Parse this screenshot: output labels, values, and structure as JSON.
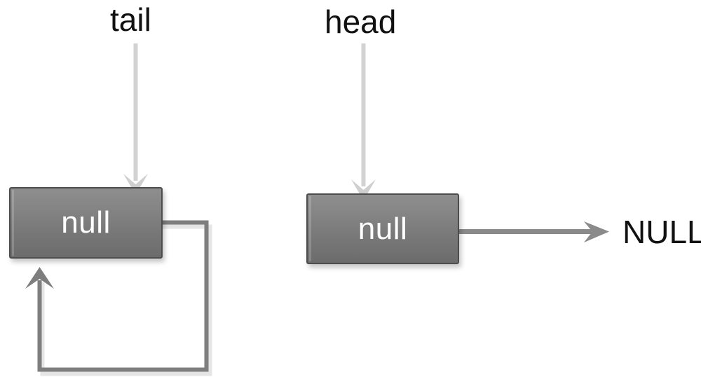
{
  "diagram": {
    "title": "empty-circular-linked-list-diagram",
    "background_color": "#ffffff",
    "pointers": [
      {
        "name": "tail-pointer",
        "label": "tail",
        "arrow_color": "#d2d2d2",
        "points_to": "tail-node"
      },
      {
        "name": "head-pointer",
        "label": "head",
        "arrow_color": "#d2d2d2",
        "points_to": "head-node"
      }
    ],
    "nodes": [
      {
        "name": "tail-node",
        "value": "null",
        "fill_top": "#8e8e8e",
        "fill_bottom": "#6c6c6c",
        "border_color": "#4d4d4d"
      },
      {
        "name": "head-node",
        "value": "null",
        "fill_top": "#8e8e8e",
        "fill_bottom": "#6c6c6c",
        "border_color": "#4d4d4d"
      }
    ],
    "links": [
      {
        "name": "self-loop-link",
        "from": "tail-node",
        "to": "tail-node",
        "color": "#7e7e7e",
        "style": "orthogonal"
      },
      {
        "name": "null-terminator-link",
        "from": "head-node",
        "to": "null-terminator",
        "color": "#8a8a8a",
        "style": "straight"
      }
    ],
    "terminator": {
      "name": "null-terminator",
      "label": "NULL",
      "color": "#111111"
    }
  }
}
